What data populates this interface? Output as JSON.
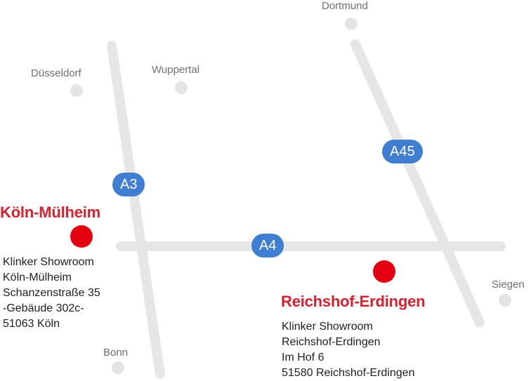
{
  "cities": {
    "dortmund": "Dortmund",
    "duesseldorf": "Düsseldorf",
    "wuppertal": "Wuppertal",
    "siegen": "Siegen",
    "bonn": "Bonn"
  },
  "highways": {
    "a3": "A3",
    "a4": "A4",
    "a45": "A45"
  },
  "locations": {
    "koeln": {
      "name": "Köln-Mülheim",
      "address": [
        "Klinker Showroom",
        "Köln-Mülheim",
        "Schanzenstraße 35",
        "-Gebäude 302c-",
        "51063 Köln"
      ]
    },
    "reichshof": {
      "name": "Reichshof-Erdingen",
      "address": [
        "Klinker Showroom",
        "Reichshof-Erdingen",
        "Im Hof 6",
        "51580 Reichshof-Erdingen"
      ]
    }
  },
  "colors": {
    "road": "#e6e6e6",
    "city_dot": "#e4e4e4",
    "highway_shield": "#3f7ed1",
    "location_marker": "#e3000f",
    "location_title": "#d8202e"
  }
}
